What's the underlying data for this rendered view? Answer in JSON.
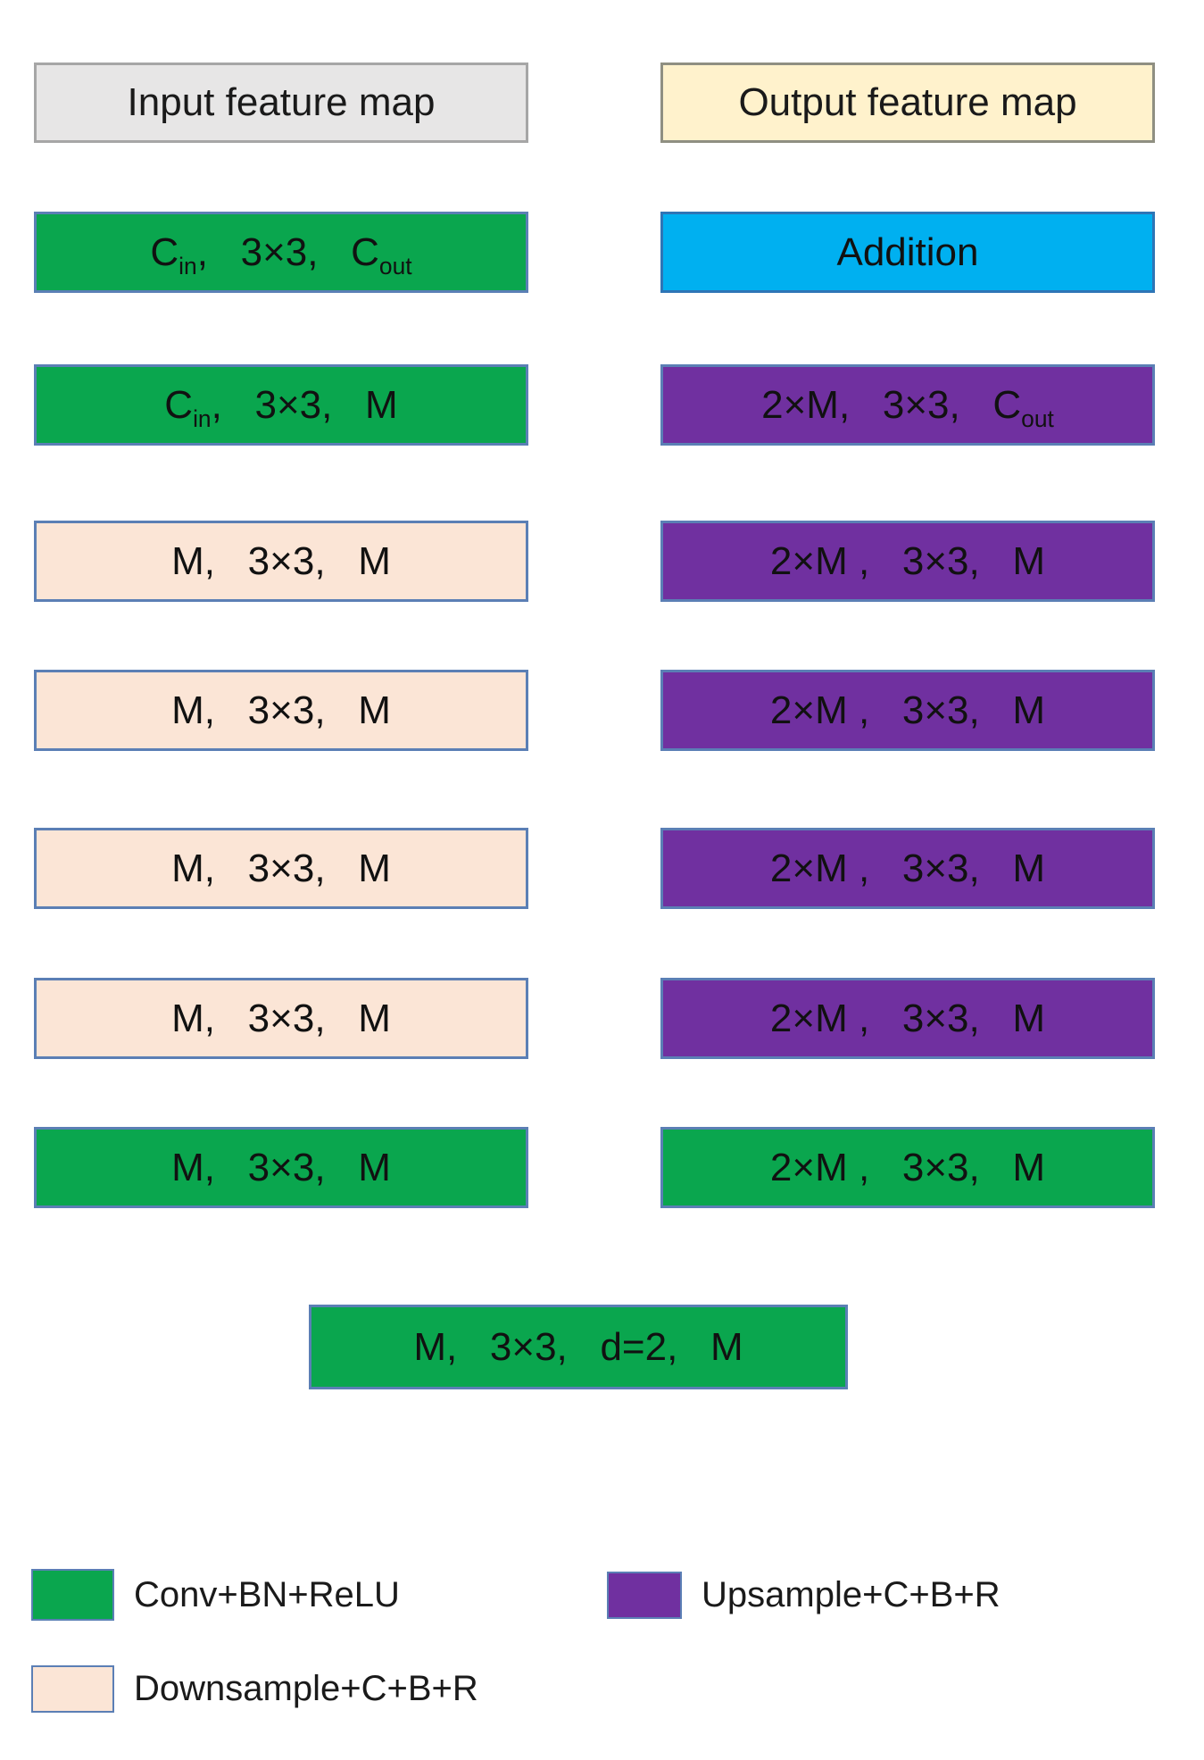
{
  "figure": {
    "title_semantic": "encoder-decoder feature aggregation block diagram"
  },
  "type_styles": {
    "conv": {
      "fill": "#0aa64e",
      "border": "#5b7fb5",
      "text": "#111111"
    },
    "downsample": {
      "fill": "#fbe5d6",
      "border": "#5b7fb5",
      "text": "#111111"
    },
    "upsample": {
      "fill": "#7030a0",
      "border": "#5b7fb5",
      "text": "#111111"
    },
    "addition": {
      "fill": "#00b0f0",
      "border": "#2e75b6",
      "text": "#111111"
    },
    "input_header": {
      "fill": "#e7e6e6",
      "border": "#a6a6a6",
      "text": "#1a1a1a"
    },
    "output_header": {
      "fill": "#fff2cc",
      "border": "#8f8f82",
      "text": "#1a1a1a"
    }
  },
  "columns": {
    "left": {
      "header": {
        "label": "Input feature map",
        "type": "input_header"
      },
      "rows": [
        {
          "label": "C_{in},   3×3,   C_{out}",
          "type": "conv"
        },
        {
          "label": "C_{in},   3×3,   M",
          "type": "conv"
        },
        {
          "label": "M,   3×3,   M",
          "type": "downsample"
        },
        {
          "label": "M,   3×3,   M",
          "type": "downsample"
        },
        {
          "label": "M,   3×3,   M",
          "type": "downsample"
        },
        {
          "label": "M,   3×3,   M",
          "type": "downsample"
        },
        {
          "label": "M,   3×3,   M",
          "type": "conv"
        }
      ]
    },
    "right": {
      "header": {
        "label": "Output feature map",
        "type": "output_header"
      },
      "rows": [
        {
          "label": "Addition",
          "type": "addition"
        },
        {
          "label": "2×M,   3×3,   C_{out}",
          "type": "upsample"
        },
        {
          "label": "2×M ,   3×3,   M",
          "type": "upsample"
        },
        {
          "label": "2×M ,   3×3,   M",
          "type": "upsample"
        },
        {
          "label": "2×M ,   3×3,   M",
          "type": "upsample"
        },
        {
          "label": "2×M ,   3×3,   M",
          "type": "upsample"
        },
        {
          "label": "2×M ,   3×3,   M",
          "type": "conv"
        }
      ]
    }
  },
  "middle_box": {
    "label": "M,   3×3,   d=2,   M",
    "type": "conv"
  },
  "legend": [
    {
      "swatch": "conv",
      "label": "Conv+BN+ReLU"
    },
    {
      "swatch": "upsample",
      "label": "Upsample+C+B+R"
    },
    {
      "swatch": "downsample",
      "label": "Downsample+C+B+R"
    }
  ]
}
